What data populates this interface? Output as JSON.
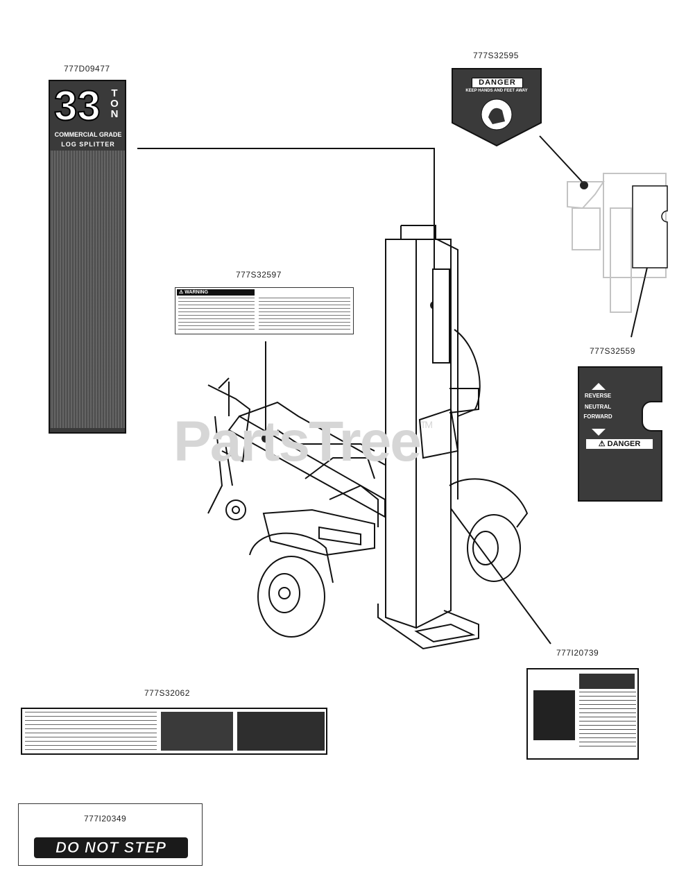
{
  "parts": {
    "p1": "777D09477",
    "p2": "777S32595",
    "p3": "777S32597",
    "p4": "777S32559",
    "p5": "777I20739",
    "p6": "777S32062",
    "p7": "777I20349"
  },
  "watermark": {
    "text": "PartsTree",
    "tm": "TM"
  },
  "decal_33ton": {
    "number": "33",
    "ton": "TON",
    "grade": "COMMERCIAL GRADE",
    "product": "LOG SPLITTER"
  },
  "decal_danger_hex": {
    "title": "DANGER",
    "subtitle": "KEEP HANDS AND FEET AWAY"
  },
  "decal_warning": {
    "header": "⚠ WARNING"
  },
  "decal_control": {
    "reverse": "REVERSE",
    "neutral": "NEUTRAL",
    "forward": "FORWARD",
    "danger": "⚠ DANGER"
  },
  "decal_do_not_step": {
    "text": "DO NOT STEP"
  },
  "colors": {
    "decal_dark": "#3a3a3a",
    "line": "#111111",
    "watermark": "#d6d6d6"
  }
}
